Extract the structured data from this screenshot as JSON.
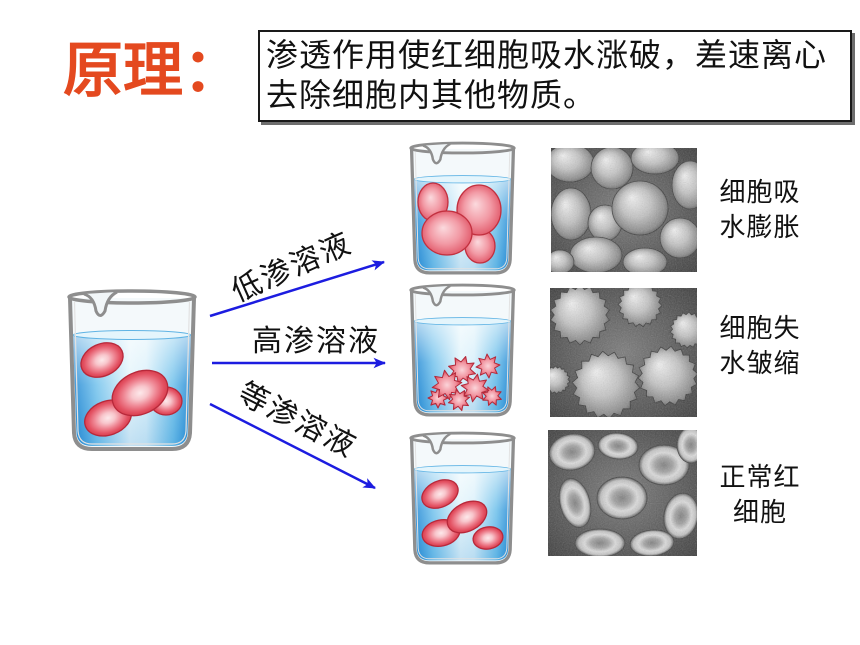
{
  "title": "原理：",
  "principle_box": {
    "lines": [
      "渗透作用使红细胞吸水涨破，差速离心",
      "去除细胞内其他物质。"
    ]
  },
  "solutions": [
    {
      "label": "低渗溶液"
    },
    {
      "label": "高渗溶液"
    },
    {
      "label": "等渗溶液"
    }
  ],
  "results": [
    {
      "lines": [
        "细胞吸",
        "水膨胀"
      ]
    },
    {
      "lines": [
        "细胞失",
        "水皱缩"
      ]
    },
    {
      "lines": [
        "正常红",
        "细胞"
      ]
    }
  ],
  "icons": {
    "beaker": "beaker-icon",
    "arrow": "arrow-icon",
    "micrograph": "micrograph-image"
  },
  "colors": {
    "title": "#e4491f",
    "text": "#111111",
    "arrow": "#1c1ce0",
    "solution_blue": "#1f86d3",
    "cell_red": "#d8404f"
  }
}
